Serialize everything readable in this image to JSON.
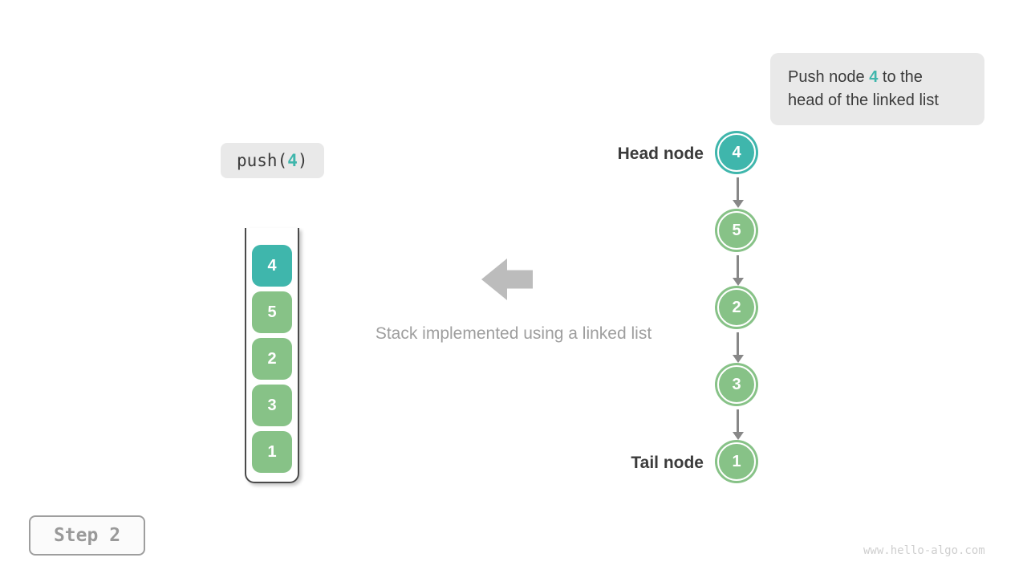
{
  "colors": {
    "teal": "#3fb6ac",
    "green": "#87c287",
    "arrow_gray": "#888888",
    "block_arrow_gray": "#bcbcbc",
    "box_bg": "#e9e9e9",
    "text_dark": "#3b3b3b",
    "text_gray": "#9e9e9e",
    "step_gray": "#999999",
    "watermark_gray": "#cfcfcf",
    "container_border": "#4a4a4a"
  },
  "instruction": {
    "line1_prefix": "Push node ",
    "line1_value": "4",
    "line1_suffix": " to the",
    "line2": "head of the linked list"
  },
  "code": {
    "before": "push(",
    "arg": "4",
    "after": ")"
  },
  "stack": {
    "items": [
      {
        "label": "4",
        "color": "teal"
      },
      {
        "label": "5",
        "color": "green"
      },
      {
        "label": "2",
        "color": "green"
      },
      {
        "label": "3",
        "color": "green"
      },
      {
        "label": "1",
        "color": "green"
      }
    ]
  },
  "caption": "Stack implemented using a linked list",
  "linked_list": {
    "head_label": "Head node",
    "tail_label": "Tail node",
    "nodes": [
      {
        "label": "4",
        "color": "teal"
      },
      {
        "label": "5",
        "color": "green"
      },
      {
        "label": "2",
        "color": "green"
      },
      {
        "label": "3",
        "color": "green"
      },
      {
        "label": "1",
        "color": "green"
      }
    ]
  },
  "step": {
    "label": "Step 2"
  },
  "watermark": "www.hello-algo.com"
}
